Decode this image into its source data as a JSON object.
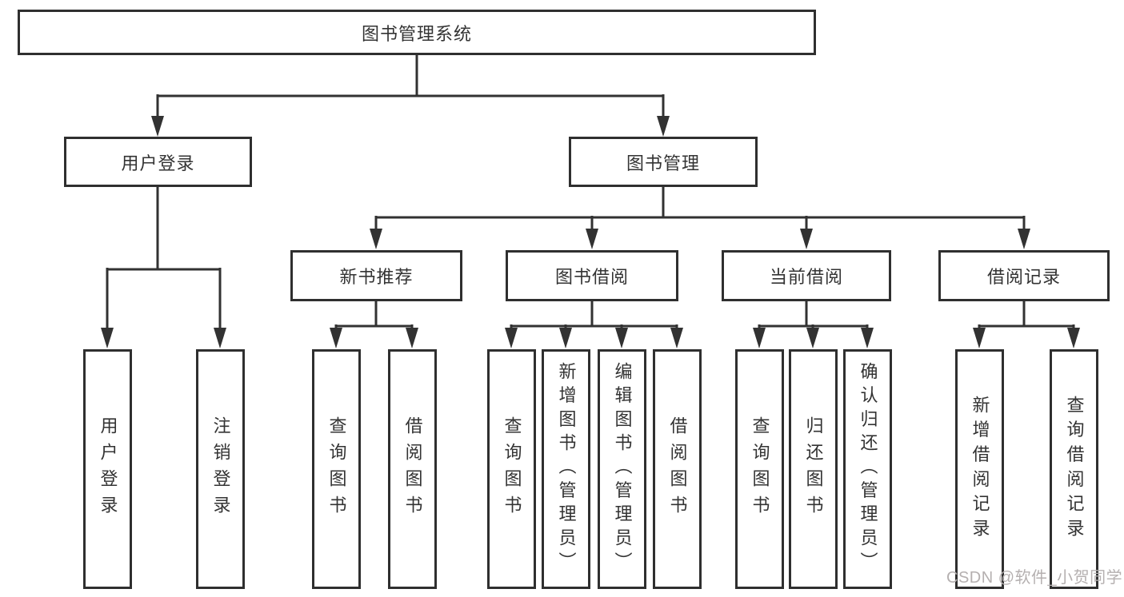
{
  "diagram": {
    "root": {
      "label": "图书管理系统"
    },
    "level2": {
      "user_login": {
        "label": "用户登录"
      },
      "book_mgmt": {
        "label": "图书管理"
      }
    },
    "level3": {
      "new_book_rec": {
        "label": "新书推荐"
      },
      "book_borrow": {
        "label": "图书借阅"
      },
      "current_borrow": {
        "label": "当前借阅"
      },
      "borrow_records": {
        "label": "借阅记录"
      }
    },
    "leaves": {
      "user_login_leaf": {
        "label": "用户登录"
      },
      "logout": {
        "label": "注销登录"
      },
      "query_book_rec": {
        "label": "查询图书"
      },
      "borrow_book_rec": {
        "label": "借阅图书"
      },
      "query_book_borrow": {
        "label": "查询图书"
      },
      "add_book_admin": {
        "label": "新增图书（管理员）"
      },
      "edit_book_admin": {
        "label": "编辑图书（管理员）"
      },
      "borrow_book": {
        "label": "借阅图书"
      },
      "query_book_current": {
        "label": "查询图书"
      },
      "return_book": {
        "label": "归还图书"
      },
      "confirm_return_admin": {
        "label": "确认归还（管理员）"
      },
      "add_borrow_record": {
        "label": "新增借阅记录"
      },
      "query_borrow_record": {
        "label": "查询借阅记录"
      }
    }
  },
  "watermark": {
    "text": "CSDN @软件_小贺同学"
  },
  "colors": {
    "line": "#323232",
    "text": "#333333",
    "watermark": "#b5b0b0"
  }
}
